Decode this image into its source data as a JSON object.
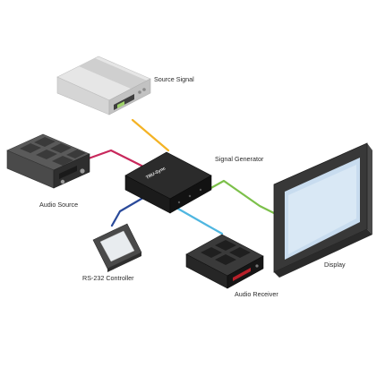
{
  "diagram": {
    "labels": {
      "source_signal": "Source Signal",
      "signal_generator": "Signal Generator",
      "audio_source": "Audio Source",
      "display": "Display",
      "rs232_controller": "RS-232 Controller",
      "audio_receiver": "Audio Receiver"
    },
    "brand": "TRU-Sync",
    "cable_colors": {
      "source_signal": "#f4b324",
      "audio_source": "#c8285c",
      "display": "#7cc04a",
      "rs232_controller": "#2a4a9a",
      "audio_receiver": "#4fb6e0"
    }
  }
}
